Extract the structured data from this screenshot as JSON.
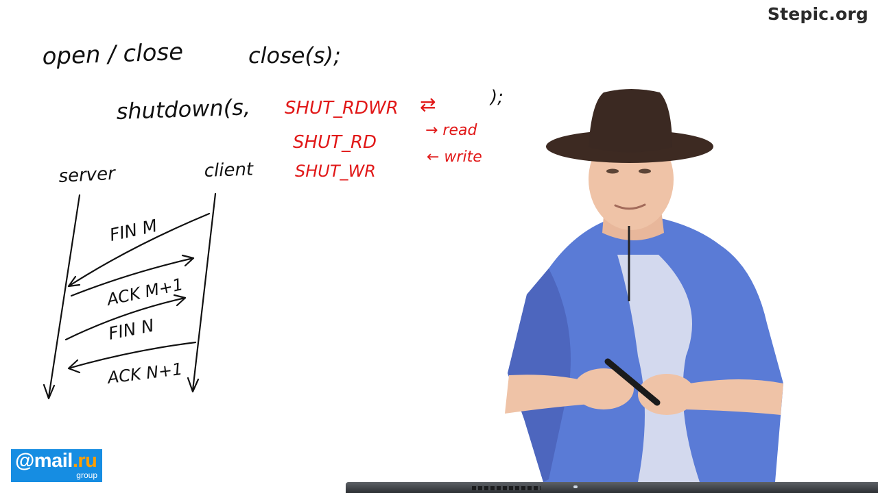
{
  "board": {
    "line1_left": "open / close",
    "line1_right": "close(s);",
    "shutdown_call": "shutdown(s,",
    "shutdown_close": ");",
    "options": [
      {
        "label": "SHUT_RDWR",
        "note": "⇄"
      },
      {
        "label": "SHUT_RD",
        "note": "→ read"
      },
      {
        "label": "SHUT_WR",
        "note": "← write"
      }
    ],
    "diagram": {
      "left_label": "server",
      "right_label": "client",
      "messages": [
        "FIN M",
        "ACK M+1",
        "FIN N",
        "ACK N+1"
      ]
    }
  },
  "watermark": "Stepic.org",
  "logo": {
    "brand_prefix": "@mail",
    "brand_suffix": ".ru",
    "tagline": "group"
  },
  "colors": {
    "red_ink": "#e11818",
    "black_ink": "#111111",
    "logo_blue": "#168de2",
    "logo_orange": "#ff9e00"
  }
}
